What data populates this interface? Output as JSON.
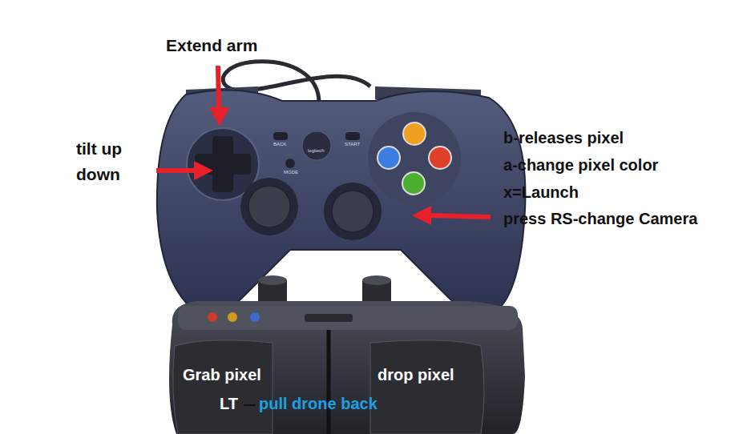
{
  "diagram": {
    "labels": [
      "Extend arm",
      "tilt up down",
      "b-releases pixel",
      "a-change pixel color",
      "x=Launch",
      "press RS-change Camera",
      "BACK",
      "START",
      "MODE",
      "logitech",
      "Grab pixel",
      "drop pixel",
      "LT",
      "pull drone back"
    ]
  }
}
